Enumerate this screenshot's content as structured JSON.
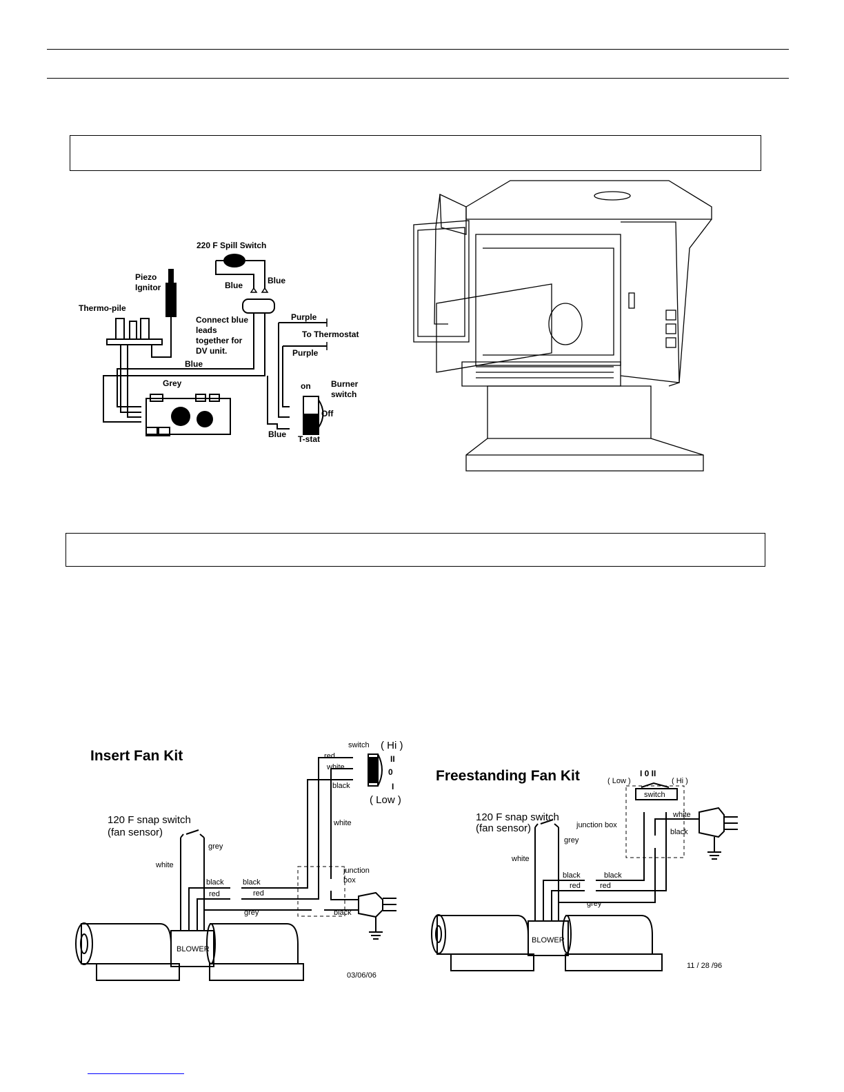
{
  "wiring": {
    "spill_switch": "220 F Spill Switch",
    "piezo_line1": "Piezo",
    "piezo_line2": "Ignitor",
    "thermopile": "Thermo-pile",
    "blue": "Blue",
    "grey": "Grey",
    "purple": "Purple",
    "to_thermostat": "To Thermostat",
    "connect_line1": "Connect blue",
    "connect_line2": "leads",
    "connect_line3": "together for",
    "connect_line4": "DV unit.",
    "on": "on",
    "off": "Off",
    "burner_line1": "Burner",
    "burner_line2": "switch",
    "tstat": "T-stat"
  },
  "insert_kit": {
    "title": "Insert Fan Kit",
    "snap_line1": "120 F snap switch",
    "snap_line2": "(fan sensor)",
    "switch": "switch",
    "hi": "( Hi )",
    "low": "( Low )",
    "pos_2": "II",
    "pos_0": "0",
    "pos_1": "I",
    "red": "red",
    "white": "white",
    "black": "black",
    "grey": "grey",
    "junction_line1": "junction",
    "junction_line2": "box",
    "blower": "BLOWER",
    "date": "03/06/06"
  },
  "freestanding_kit": {
    "title": "Freestanding Fan Kit",
    "snap_line1": "120 F snap switch",
    "snap_line2": "(fan sensor)",
    "low": "( Low )",
    "positions": "I  0  II",
    "hi": "( Hi )",
    "switch": "switch",
    "junction": "junction box",
    "white": "white",
    "black": "black",
    "red": "red",
    "grey": "grey",
    "blower": "BLOWER",
    "date": "11 / 28 /96"
  },
  "colors": {
    "line": "#000000",
    "link": "#0000ff"
  }
}
